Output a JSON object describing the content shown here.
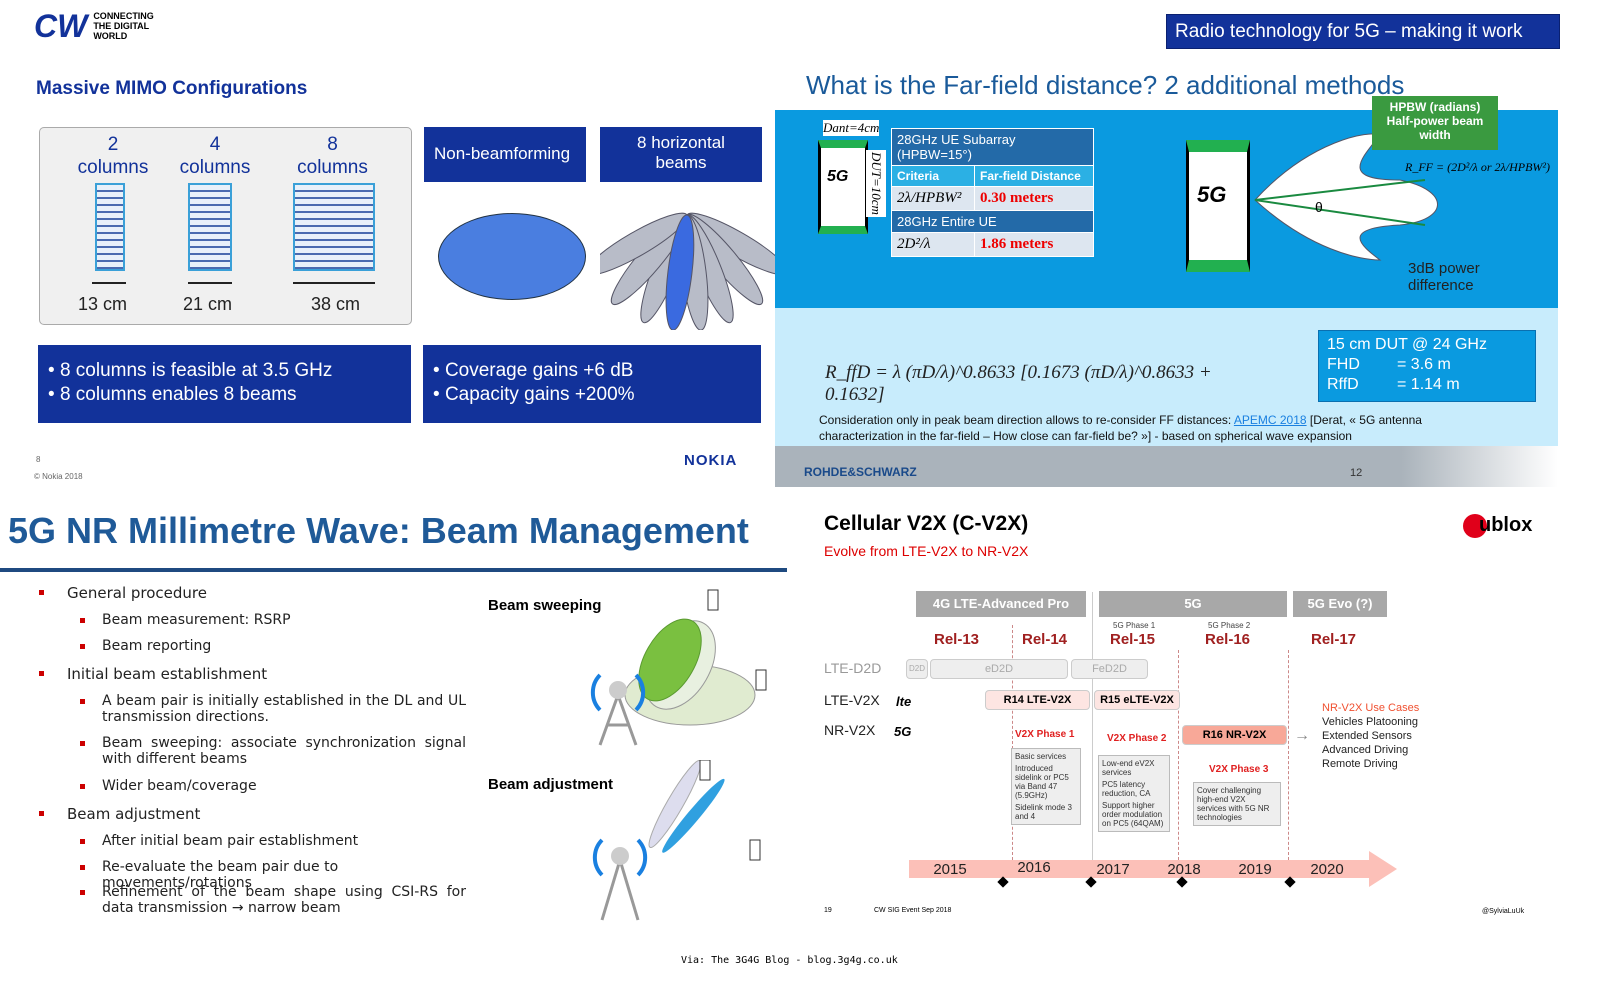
{
  "top_left": {
    "logo": {
      "mark": "CW",
      "text": [
        "CONNECTING",
        "THE DIGITAL",
        "WORLD"
      ]
    },
    "title": "Massive MIMO Configurations",
    "columns": [
      {
        "n": "2",
        "label": "columns",
        "size": "13 cm"
      },
      {
        "n": "4",
        "label": "columns",
        "size": "21 cm"
      },
      {
        "n": "8",
        "label": "columns",
        "size": "38 cm"
      }
    ],
    "box_nonbf": "Non-beamforming",
    "box_8h": "8 horizontal beams",
    "bullets_left": [
      "8 columns is feasible at 3.5 GHz",
      "8 columns enables 8 beams"
    ],
    "bullets_right": [
      "Coverage gains +6 dB",
      "Capacity gains +200%"
    ],
    "page": "8",
    "copyright": "© Nokia 2018",
    "brand": "NOKIA"
  },
  "top_right": {
    "banner": "Radio technology for 5G – making it work",
    "title": "What is the Far-field distance? 2 additional methods",
    "dant": "Dant=4cm",
    "dut": "DUT=10cm",
    "table": {
      "h1": "28GHz UE Subarray (HPBW=15°)",
      "c1": "Criteria",
      "c2": "Far-field Distance",
      "f1": "2λ/HPBW²",
      "v1": "0.30 meters",
      "h2": "28GHz Entire UE",
      "f2": "2D²/λ",
      "v2": "1.86 meters"
    },
    "hpbw": "HPBW (radians) Half-power beam width",
    "rff": "R_FF = (2D²/λ or 2λ/HPBW²)",
    "theta": "θ",
    "db3": "3dB power difference",
    "formula": "R_ffD = λ (πD/λ)^0.8633 [0.1673 (πD/λ)^0.8633 + 0.1632]",
    "result": {
      "l1": "15 cm DUT @ 24 GHz",
      "l2a": "FHD",
      "l2b": "= 3.6 m",
      "l3a": "RffD",
      "l3b": "= 1.14 m"
    },
    "note_pre": "Consideration only in peak beam direction allows to re-consider FF distances: ",
    "note_link": "APEMC 2018",
    "note_post": " [Derat, « 5G antenna characterization in the far-field – How close can far-field be? »] - based on spherical wave expansion",
    "brand": "ROHDE&SCHWARZ",
    "page": "12",
    "badge_5g": "5G"
  },
  "bottom_left": {
    "title": "5G NR Millimetre Wave: Beam Management",
    "items": [
      {
        "t": "General procedure",
        "lvl": 1
      },
      {
        "t": "Beam measurement: RSRP",
        "lvl": 2
      },
      {
        "t": "Beam reporting",
        "lvl": 2
      },
      {
        "t": "Initial beam establishment",
        "lvl": 1
      },
      {
        "t": "A beam pair is initially established in the DL and UL transmission directions.",
        "lvl": 2
      },
      {
        "t": "Beam sweeping: associate synchronization signal with different beams",
        "lvl": 2
      },
      {
        "t": "Wider beam/coverage",
        "lvl": 2
      },
      {
        "t": "Beam adjustment",
        "lvl": 1
      },
      {
        "t": "After initial beam pair establishment",
        "lvl": 2
      },
      {
        "t": "Re-evaluate the beam pair due to movements/rotations",
        "lvl": 2
      },
      {
        "t": "Refinement of the beam shape using CSI-RS for data transmission → narrow beam",
        "lvl": 2
      }
    ],
    "fig1": "Beam sweeping",
    "fig2": "Beam adjustment"
  },
  "bottom_right": {
    "title": "Cellular V2X (C-V2X)",
    "subtitle": "Evolve from LTE-V2X to NR-V2X",
    "brand": "ublox",
    "eras": [
      "4G LTE-Advanced Pro",
      "5G",
      "5G Evo (?)"
    ],
    "releases": [
      "Rel-13",
      "Rel-14",
      "Rel-15",
      "Rel-16",
      "Rel-17"
    ],
    "phases": [
      "5G Phase 1",
      "5G Phase 2"
    ],
    "rows": [
      "LTE-D2D",
      "LTE-V2X",
      "NR-V2X"
    ],
    "row_icons": [
      "lte",
      "5G"
    ],
    "d2d": [
      "D2D",
      "eD2D",
      "FeD2D"
    ],
    "v2x": [
      "R14 LTE-V2X",
      "R15 eLTE-V2X",
      "R16 NR-V2X"
    ],
    "v2x_phases": [
      {
        "t": "V2X Phase 1",
        "notes": [
          "Basic services",
          "Introduced sidelink or PC5 via Band 47 (5.9GHz)",
          "Sidelink mode 3 and 4"
        ]
      },
      {
        "t": "V2X Phase 2",
        "notes": [
          "Low-end eV2X services",
          "PC5 latency reduction, CA",
          "Support higher order modulation on PC5 (64QAM)"
        ]
      },
      {
        "t": "V2X Phase 3",
        "notes": [
          "Cover challenging high-end V2X services with 5G NR technologies"
        ]
      }
    ],
    "use_cases_title": "NR-V2X Use Cases",
    "use_cases": [
      "Vehicles Platooning",
      "Extended Sensors",
      "Advanced Driving",
      "Remote Driving"
    ],
    "years": [
      "2015",
      "2016",
      "2017",
      "2018",
      "2019",
      "2020"
    ],
    "page": "19",
    "event": "CW SIG Event Sep 2018",
    "handle": "@SylviaLuUk"
  },
  "footer": "Via: The 3G4G Blog - blog.3g4g.co.uk"
}
